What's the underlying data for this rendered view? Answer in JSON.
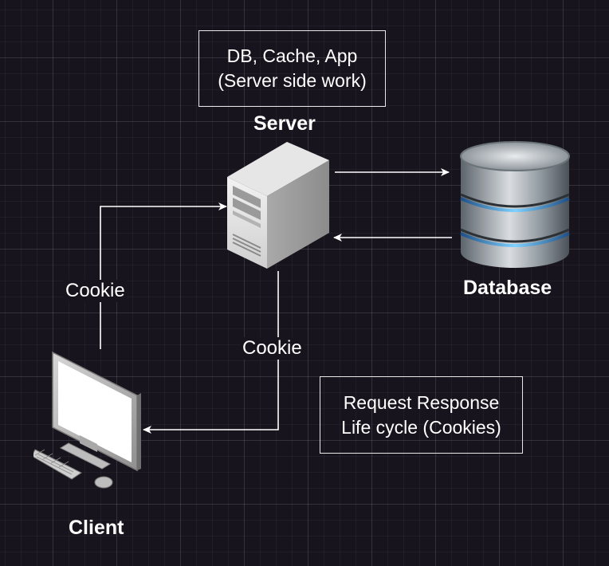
{
  "notes": {
    "server_note": {
      "line1": "DB, Cache, App",
      "line2": "(Server side work)"
    },
    "lifecycle_note": {
      "line1": "Request Response",
      "line2": "Life cycle (Cookies)"
    }
  },
  "nodes": {
    "server": {
      "label": "Server",
      "icon": "server-tower-icon"
    },
    "database": {
      "label": "Database",
      "icon": "database-icon"
    },
    "client": {
      "label": "Client",
      "icon": "desktop-computer-icon"
    }
  },
  "edges": {
    "client_to_server": {
      "label": "Cookie"
    },
    "server_to_client": {
      "label": "Cookie"
    }
  },
  "colors": {
    "background": "#18141d",
    "line": "#ffffff",
    "db_glow": "#3a8dde"
  }
}
